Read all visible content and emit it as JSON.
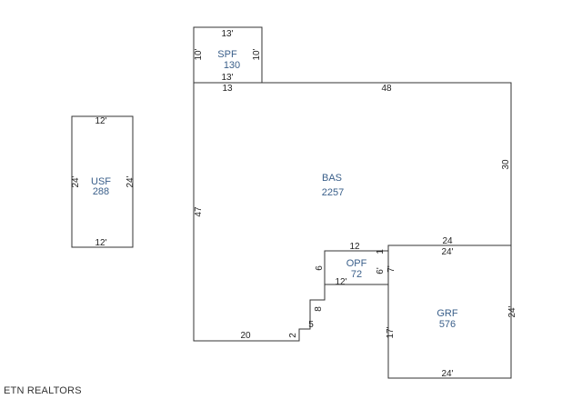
{
  "brand": "ETN REALTORS",
  "areas": {
    "usf": {
      "name": "USF",
      "size": "288"
    },
    "spf": {
      "name": "SPF",
      "size": "130"
    },
    "bas": {
      "name": "BAS",
      "size": "2257"
    },
    "opf": {
      "name": "OPF",
      "size": "72"
    },
    "grf": {
      "name": "GRF",
      "size": "576"
    }
  },
  "dimensions": {
    "usf_top": "12'",
    "usf_bottom": "12'",
    "usf_left": "24'",
    "usf_right": "24'",
    "spf_top": "13'",
    "spf_bottom": "13'",
    "spf_left": "10'",
    "spf_right": "10'",
    "bas_top_left": "13",
    "bas_top": "48",
    "bas_right": "30",
    "bas_left": "47",
    "bas_bottom": "20",
    "step_2": "2",
    "step_5": "5",
    "step_8": "8",
    "opf_left": "6",
    "opf_top": "12",
    "opf_bottom": "12'",
    "opf_right": "6'",
    "grf_top_plain": "24",
    "grf_top": "24'",
    "grf_1": "1",
    "grf_7": "7'",
    "grf_left": "17'",
    "grf_right": "24'",
    "grf_bottom": "24'"
  }
}
